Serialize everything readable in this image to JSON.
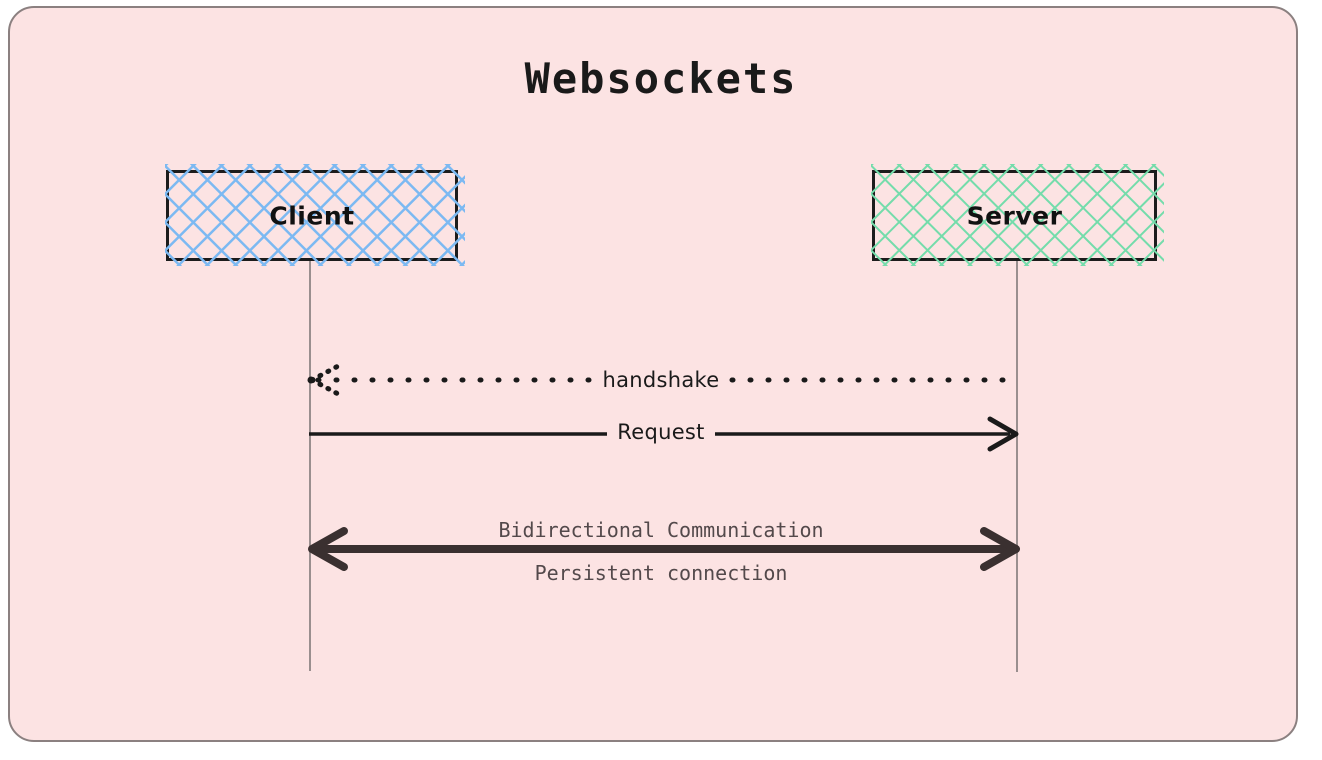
{
  "diagram": {
    "type": "sequence-diagram",
    "title": "Websockets",
    "background_color": "#fce3e3",
    "border_color": "#8b8080",
    "participants": [
      {
        "id": "client",
        "label": "Client",
        "fill_pattern": "crosshatch",
        "pattern_color": "#7cb9f2",
        "border_color": "#1c1c1c"
      },
      {
        "id": "server",
        "label": "Server",
        "fill_pattern": "crosshatch",
        "pattern_color": "#74dcab",
        "border_color": "#1c1c1c"
      }
    ],
    "messages": [
      {
        "id": "handshake",
        "label": "handshake",
        "from": "server",
        "to": "client",
        "direction": "right-to-left",
        "line_style": "dotted",
        "arrow_style": "dotted-open",
        "color": "#1a1a1a",
        "label_font": "handwritten"
      },
      {
        "id": "request",
        "label": "Request",
        "from": "client",
        "to": "server",
        "direction": "left-to-right",
        "line_style": "solid",
        "arrow_style": "open",
        "color": "#1a1a1a",
        "label_font": "handwritten"
      },
      {
        "id": "bidirectional",
        "label_above": "Bidirectional Communication",
        "label_below": "Persistent connection",
        "from": "client",
        "to": "server",
        "direction": "bidirectional",
        "line_style": "solid-thick",
        "arrow_style": "double-open",
        "color": "#3a3030",
        "label_color": "#53494b",
        "label_font": "monospace"
      }
    ]
  }
}
